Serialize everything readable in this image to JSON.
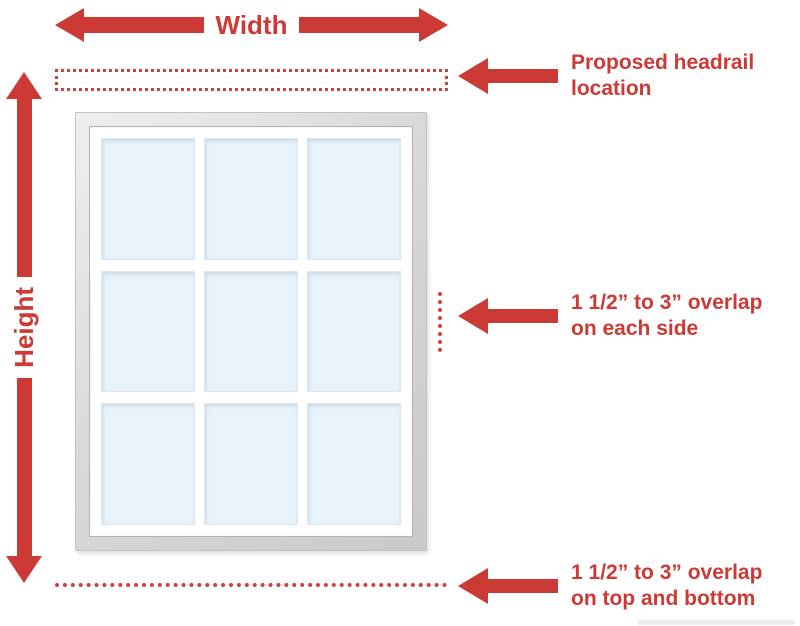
{
  "labels": {
    "width": "Width",
    "height": "Height"
  },
  "annotations": [
    {
      "line1": "Proposed headrail",
      "line2": "location"
    },
    {
      "line1": "1 1/2” to 3” overlap",
      "line2": "on each side"
    },
    {
      "line1": "1 1/2” to 3” overlap",
      "line2": "on top and bottom"
    }
  ],
  "colors": {
    "arrow_red": "#cc3a36",
    "dotted_red": "#d0413d",
    "pane_blue": "#e7f2fa",
    "frame_gray": "#d9d9d9"
  },
  "window": {
    "rows": 3,
    "cols": 3
  }
}
